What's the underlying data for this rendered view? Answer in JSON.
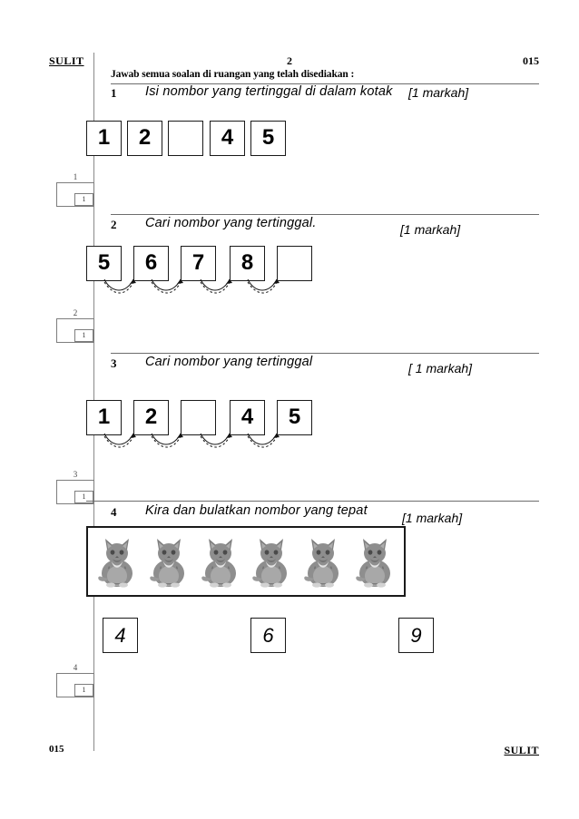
{
  "header": {
    "left_label": "SULIT",
    "page_number": "2",
    "paper_code": "015"
  },
  "footer": {
    "paper_code": "015",
    "right_label": "SULIT"
  },
  "instruction": "Jawab semua soalan di ruangan yang telah disediakan :",
  "questions": [
    {
      "number": "1",
      "text": "Isi nombor yang tertinggal di dalam kotak",
      "marks": "[1 markah]",
      "boxes": [
        "1",
        "2",
        "",
        "4",
        "5"
      ],
      "has_arcs": false,
      "mark_box": {
        "label": "1",
        "value": "1"
      }
    },
    {
      "number": "2",
      "text": "Cari  nombor yang tertinggal.",
      "marks": "[1 markah]",
      "boxes": [
        "5",
        "6",
        "7",
        "8",
        ""
      ],
      "has_arcs": true,
      "mark_box": {
        "label": "2",
        "value": "1"
      }
    },
    {
      "number": "3",
      "text": "Cari  nombor yang tertinggal",
      "marks": "[ 1 markah]",
      "boxes": [
        "1",
        "2",
        "",
        "4",
        "5"
      ],
      "has_arcs": true,
      "mark_box": {
        "label": "3",
        "value": "1"
      }
    },
    {
      "number": "4",
      "text": "Kira dan bulatkan nombor yang tepat",
      "marks": "[1 markah]",
      "picture": {
        "item": "cat",
        "count": 6
      },
      "options": [
        "4",
        "6",
        "9"
      ],
      "mark_box": {
        "label": "4",
        "value": "1"
      }
    }
  ],
  "colors": {
    "ink": "#000000",
    "rule": "#6d6d6d",
    "margin_rule": "#8a8a8a",
    "cat_body": "#8e8e8e",
    "cat_dark": "#6e6e6e",
    "cat_light": "#b5b5b5"
  }
}
